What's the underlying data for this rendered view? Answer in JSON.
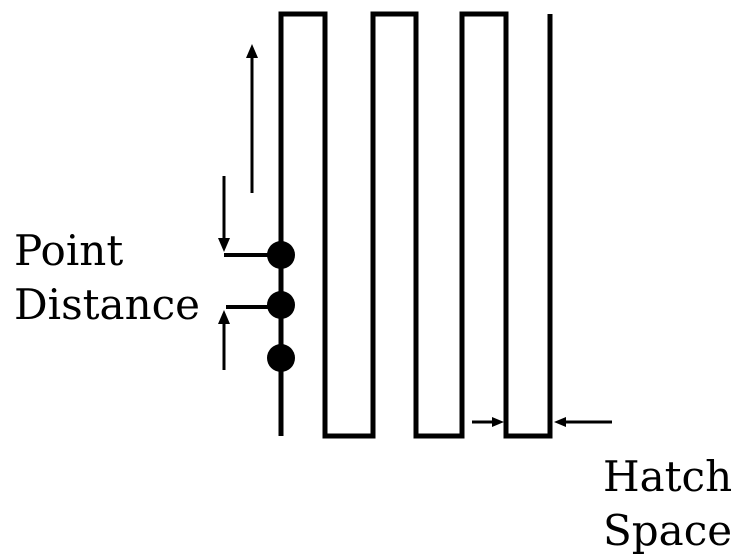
{
  "labels": {
    "point_distance": [
      "Point",
      "Distance"
    ],
    "hatch_space": [
      "Hatch",
      "Space"
    ]
  },
  "style": {
    "stroke_color": "#000000",
    "background": "#ffffff"
  }
}
